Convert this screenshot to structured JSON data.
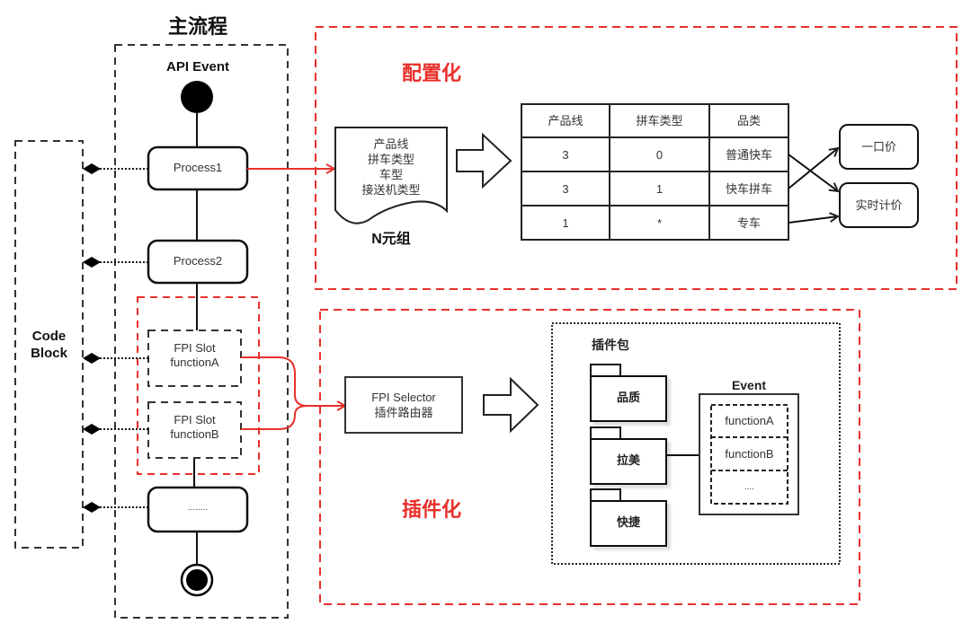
{
  "main_flow": {
    "title": "主流程",
    "start_label": "API Event",
    "nodes": [
      "Process1",
      "Process2",
      "FPI Slot\nfunctionA",
      "FPI Slot\nfunctionB",
      "........"
    ]
  },
  "code_block": {
    "label": "Code\nBlock"
  },
  "config_section": {
    "title": "配置化",
    "tuple_doc": {
      "lines": [
        "产品线",
        "拼车类型",
        "车型",
        "接送机类型"
      ],
      "caption": "N元组"
    },
    "table": {
      "headers": [
        "产品线",
        "拼车类型",
        "品类"
      ],
      "rows": [
        [
          "3",
          "0",
          "普通快车"
        ],
        [
          "3",
          "1",
          "快车拼车"
        ],
        [
          "1",
          "*",
          "专车"
        ]
      ]
    },
    "pricing": [
      "一口价",
      "实时计价"
    ]
  },
  "plugin_section": {
    "title": "插件化",
    "selector": {
      "line1": "FPI Selector",
      "line2": "插件路由器"
    },
    "package": {
      "title": "插件包",
      "items": [
        "品质",
        "拉美",
        "快捷"
      ],
      "event": {
        "title": "Event",
        "functions": [
          "functionA",
          "functionB",
          "...."
        ]
      }
    }
  },
  "colors": {
    "accent_red": "#e8302b",
    "stroke": "#222222",
    "dashed_gray": "#333333"
  }
}
